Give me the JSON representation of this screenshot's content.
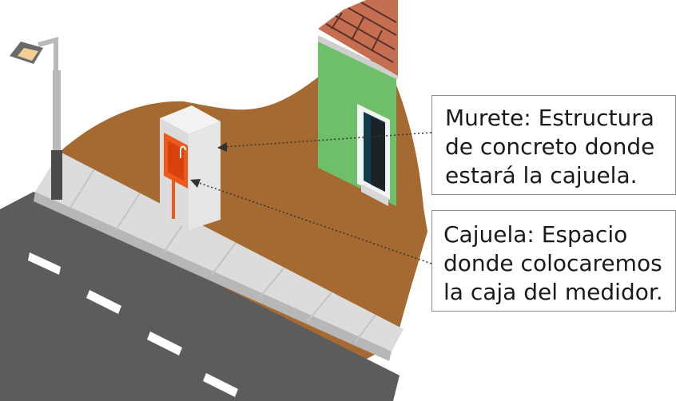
{
  "callouts": {
    "murete": {
      "lines": [
        "Murete: Estructura",
        "de concreto donde",
        "estará la cajuela."
      ]
    },
    "cajuela": {
      "lines": [
        "Cajuela: Espacio",
        "donde colocaremos",
        "la caja del medidor."
      ]
    }
  },
  "colors": {
    "ground": "#a56a32",
    "road": "#5c5c5c",
    "road_marking": "#ffffff",
    "sidewalk": "#dcdcdc",
    "house_wall": "#6fbf6a",
    "roof": "#c66e52",
    "murete": "#e6e6e6",
    "cajuela": "#ee5a1c",
    "lamp_post": "#b9b9b9"
  }
}
